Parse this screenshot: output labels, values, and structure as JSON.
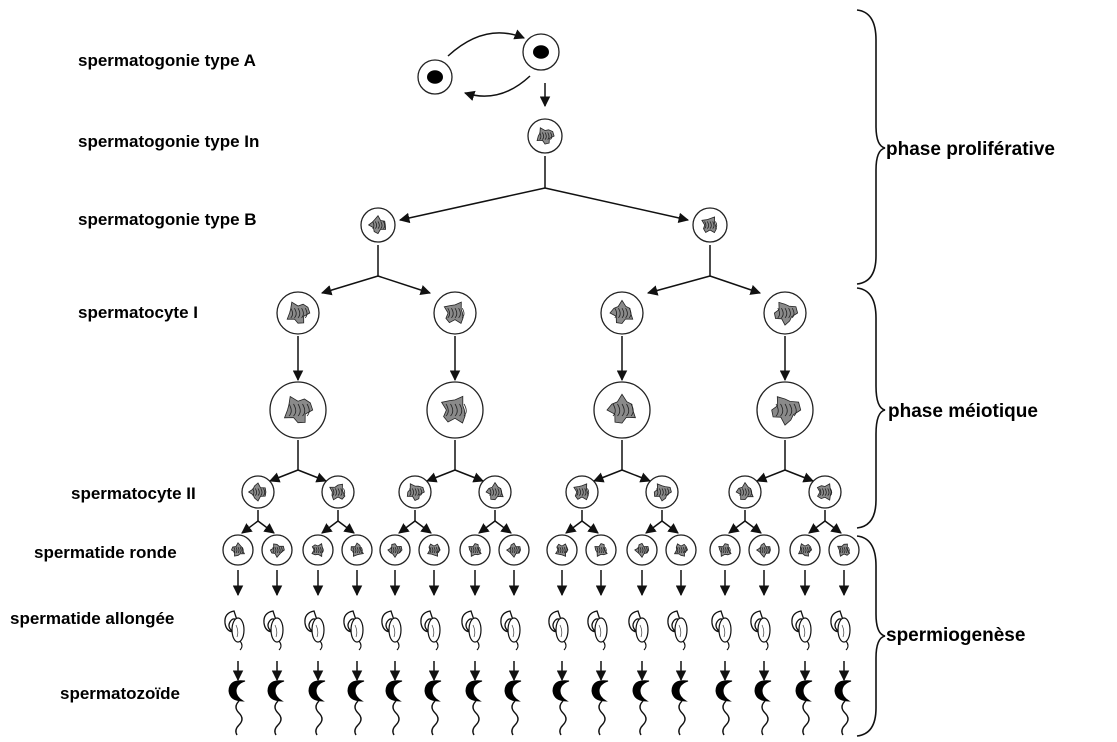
{
  "stages": {
    "spermatogonie_a": "spermatogonie type A",
    "spermatogonie_in": "spermatogonie type In",
    "spermatogonie_b": "spermatogonie type B",
    "spermatocyte_1": "spermatocyte I",
    "spermatocyte_2": "spermatocyte II",
    "spermatide_ronde": "spermatide ronde",
    "spermatide_allongee": "spermatide allongée",
    "spermatozoide": "spermatozoïde"
  },
  "phases": {
    "proliferative": "phase proliférative",
    "meiotique": "phase méiotique",
    "spermiogenese": "spermiogenèse"
  }
}
